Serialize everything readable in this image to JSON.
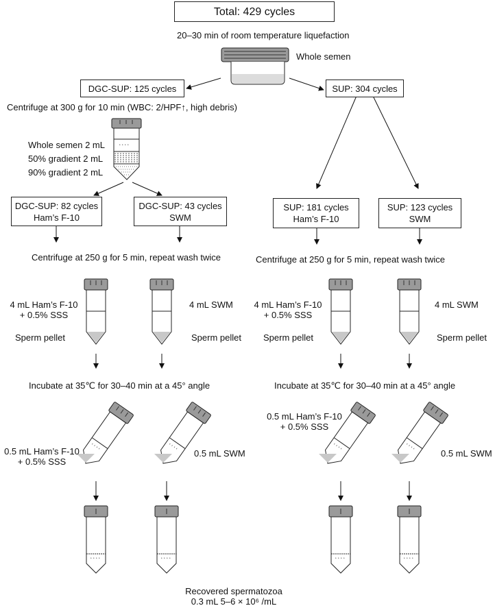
{
  "total_label": "Total:  429 cycles",
  "liquefaction": "20–30 min of  room temperature liquefaction",
  "whole_semen_label": "Whole semen",
  "dgc_box": "DGC-SUP: 125 cycles",
  "sup_box": "SUP: 304 cycles",
  "dgc_centrifuge": "Centrifuge at 300 g for 10 min (WBC: 2/HPF↑, high debris)",
  "gradient_labels": [
    "Whole semen 2 mL",
    "50% gradient 2 mL",
    "90% gradient 2 mL"
  ],
  "sub_boxes": [
    {
      "line1": "DGC-SUP: 82 cycles",
      "line2": "Ham’s F-10"
    },
    {
      "line1": "DGC-SUP: 43 cycles",
      "line2": "SWM"
    },
    {
      "line1": "SUP: 181 cycles",
      "line2": "Ham’s F-10"
    },
    {
      "line1": "SUP: 123 cycles",
      "line2": "SWM"
    }
  ],
  "wash_label": "Centrifuge at 250 g for 5 min, repeat wash twice",
  "medium_ham": {
    "line1": "4 mL Ham’s F-10",
    "line2": "+ 0.5% SSS"
  },
  "medium_swm": "4 mL SWM",
  "pellet_label": "Sperm pellet",
  "incubate_label": "Incubate at 35℃ for 30–40 min at a 45° angle",
  "tilted_ham": {
    "line1": "0.5 mL Ham’s F-10",
    "line2": "+ 0.5% SSS"
  },
  "tilted_swm": "0.5 mL SWM",
  "recovered_line1": "Recovered spermatozoa",
  "recovered_line2": "0.3 mL   5–6 × 10⁶ /mL"
}
